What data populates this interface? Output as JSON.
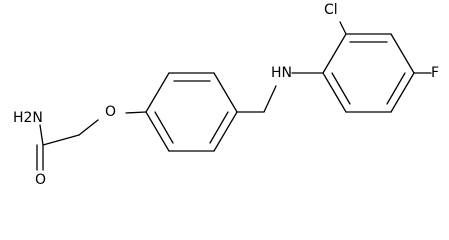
{
  "structure": {
    "labels": {
      "h2n": "H2N",
      "o_carbonyl": "O",
      "o_ether": "O",
      "nh": "HN",
      "cl": "Cl",
      "f": "F"
    }
  }
}
